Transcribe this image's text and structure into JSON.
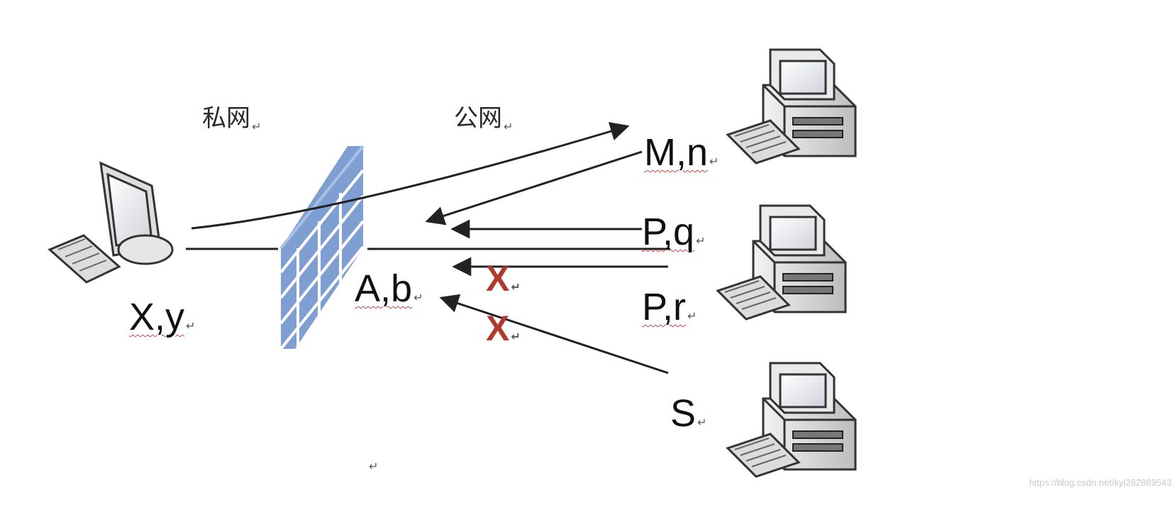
{
  "zones": {
    "private_label": "私网",
    "public_label": "公网"
  },
  "hosts": {
    "private_host": "X,y",
    "nat_endpoint": "A,b",
    "server_mn": "M,n",
    "server_pq": "P,q",
    "server_pr": "P,r",
    "server_s": "S"
  },
  "blocked_marks": {
    "first": "X",
    "second": "X"
  },
  "return_mark": "↵",
  "watermark": "https://blog.csdn.net/kyl282889543",
  "colors": {
    "firewall": "#7f9fd3",
    "firewall_mortar": "#ffffff",
    "blocked": "#b03a2e",
    "line": "#222222"
  }
}
